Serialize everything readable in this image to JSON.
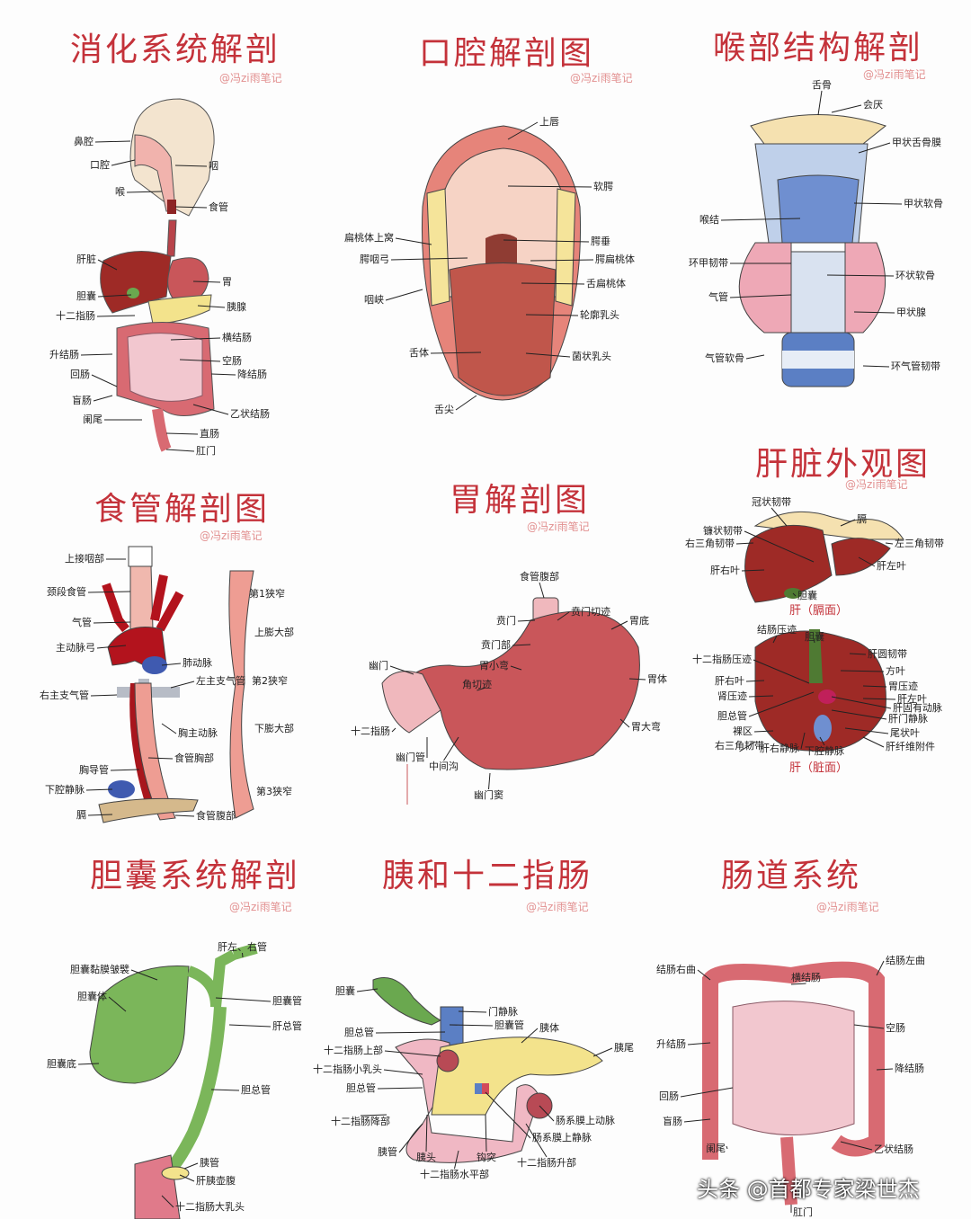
{
  "watermark": "@冯zi雨笔记",
  "footer": "头条 @首都专家梁世杰",
  "panels": [
    {
      "title": "消化系统解剖",
      "labels": [
        "鼻腔",
        "口腔",
        "咽",
        "喉",
        "食管",
        "肝脏",
        "胃",
        "胆囊",
        "胰腺",
        "十二指肠",
        "横结肠",
        "升结肠",
        "空肠",
        "回肠",
        "降结肠",
        "盲肠",
        "乙状结肠",
        "阑尾",
        "直肠",
        "肛门"
      ]
    },
    {
      "title": "口腔解剖图",
      "labels": [
        "上唇",
        "软腭",
        "扁桃体上窝",
        "腭垂",
        "腭咽弓",
        "腭扁桃体",
        "舌扁桃体",
        "咽峡",
        "轮廓乳头",
        "舌体",
        "菌状乳头",
        "舌尖"
      ]
    },
    {
      "title": "喉部结构解剖",
      "labels": [
        "舌骨",
        "会厌",
        "甲状舌骨膜",
        "喉结",
        "甲状软骨",
        "环甲韧带",
        "环状软骨",
        "气管",
        "甲状腺",
        "气管软骨",
        "环气管韧带"
      ]
    },
    {
      "title": "食管解剖图",
      "labels": [
        "上接咽部",
        "颈段食管",
        "气管",
        "主动脉弓",
        "肺动脉",
        "左主支气管",
        "右主支气管",
        "胸主动脉",
        "食管胸部",
        "胸导管",
        "下腔静脉",
        "膈",
        "食管腹部",
        "第1狭窄",
        "上膨大部",
        "第2狭窄",
        "下膨大部",
        "第3狭窄"
      ]
    },
    {
      "title": "胃解剖图",
      "labels": [
        "食管腹部",
        "贲门",
        "贲门切迹",
        "胃底",
        "贲门部",
        "胃小弯",
        "幽门",
        "角切迹",
        "胃体",
        "十二指肠",
        "胃大弯",
        "幽门管",
        "中间沟",
        "幽门窦"
      ]
    },
    {
      "title": "肝脏外观图",
      "labels": [
        "冠状韧带",
        "膈",
        "镰状韧带",
        "右三角韧带",
        "左三角韧带",
        "肝右叶",
        "肝左叶",
        "胆囊",
        "结肠压迹",
        "胆囊",
        "肝圆韧带",
        "十二指肠压迹",
        "方叶",
        "肝右叶",
        "胃压迹",
        "肾压迹",
        "肝左叶",
        "肝固有动脉",
        "胆总管",
        "肝门静脉",
        "裸区",
        "尾状叶",
        "右三角韧带",
        "肝右静脉",
        "下腔静脉",
        "肝纤维附件"
      ],
      "captions": [
        "肝（膈面）",
        "肝（脏面）"
      ]
    },
    {
      "title": "胆囊系统解剖",
      "labels": [
        "肝左、右管",
        "胆囊黏膜皱襞",
        "胆囊体",
        "胆囊管",
        "肝总管",
        "胆囊底",
        "胆总管",
        "胰管",
        "肝胰壶腹",
        "十二指肠大乳头"
      ]
    },
    {
      "title": "胰和十二指肠",
      "labels": [
        "胆囊",
        "门静脉",
        "胆囊管",
        "胰体",
        "胆总管",
        "胰尾",
        "十二指肠上部",
        "十二指肠小乳头",
        "胆总管",
        "十二指肠降部",
        "肠系膜上动脉",
        "肠系膜上静脉",
        "胰管",
        "胰头",
        "钩突",
        "十二指肠升部",
        "十二指肠水平部"
      ]
    },
    {
      "title": "肠道系统",
      "labels": [
        "结肠右曲",
        "结肠左曲",
        "横结肠",
        "空肠",
        "升结肠",
        "降结肠",
        "回肠",
        "盲肠",
        "阑尾",
        "乙状结肠",
        "肛门"
      ]
    }
  ],
  "colors": {
    "title": "#c4323a",
    "watermark": "#e29090",
    "liver": "#9e2a26",
    "stomach": "#c9565a",
    "gallbladder": "#7bb65a",
    "pancreas": "#f3e38c",
    "vein": "#5b7fc4",
    "intestine": "#f0b8c4"
  }
}
